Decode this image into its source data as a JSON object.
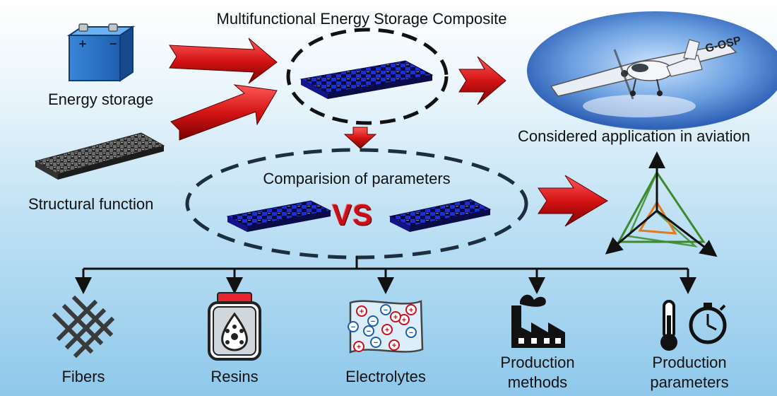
{
  "title": "Multifunctional Energy Storage Composite",
  "inputs": {
    "energy_storage": "Energy storage",
    "structural_function": "Structural function"
  },
  "battery": {
    "plus": "+",
    "minus": "−"
  },
  "application": "Considered application in aviation",
  "aircraft": {
    "registration": "G-OSP"
  },
  "comparison": {
    "label": "Comparision of parameters",
    "vs": "VS"
  },
  "parameters": [
    {
      "label": "Fibers"
    },
    {
      "label": "Resins"
    },
    {
      "label": "Electrolytes"
    },
    {
      "label_line1": "Production",
      "label_line2": "methods"
    },
    {
      "label_line1": "Production",
      "label_line2": "parameters"
    }
  ],
  "electrolyte_ions": [
    "+",
    "−",
    "+",
    "−",
    "+",
    "−",
    "+",
    "−",
    "+",
    "−",
    "+",
    "−",
    "+"
  ],
  "colors": {
    "arrow_red": "#cc1111",
    "composite_blue": "#1a2fd6",
    "triangle_green": "#3c8a2a",
    "triangle_orange": "#e07a1e",
    "vs_red": "#c8101a"
  }
}
